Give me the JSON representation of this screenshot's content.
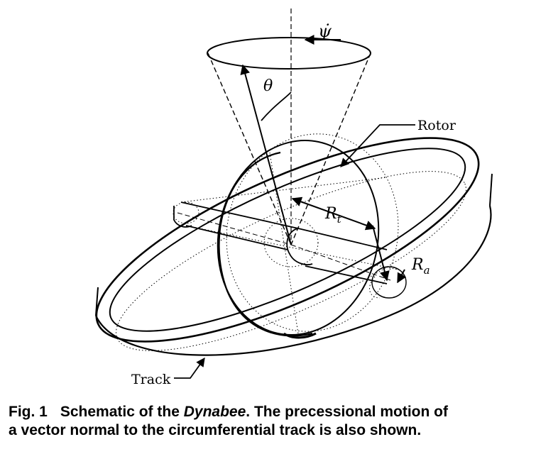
{
  "figure": {
    "labels": {
      "psi_dot": "ψ̇",
      "theta": "θ",
      "rotor": "Rotor",
      "rt_main": "R",
      "rt_sub": "t",
      "ra_main": "R",
      "ra_sub": "a",
      "track": "Track"
    }
  },
  "caption": {
    "number": "Fig. 1",
    "lead": "Schematic of the ",
    "emph": "Dynabee",
    "line1_rest": ". The precessional motion of",
    "line2": "a vector normal to the circumferential track is also shown."
  }
}
